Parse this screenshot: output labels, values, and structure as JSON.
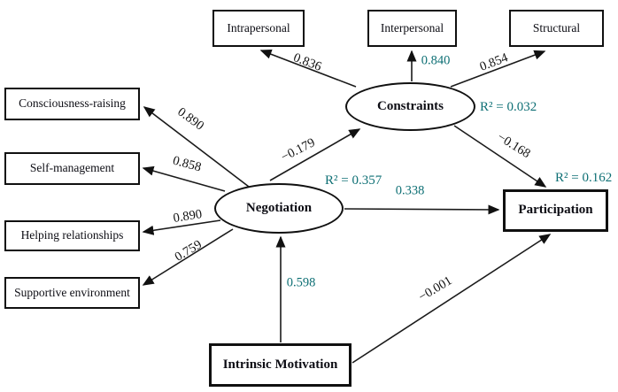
{
  "diagram_type": "structural-equation-model-path-diagram",
  "accent_color_teal": "#0d6f74",
  "line_color": "#1a1a1a",
  "nodes": {
    "intrapersonal": {
      "label": "Intrapersonal",
      "shape": "rect"
    },
    "interpersonal": {
      "label": "Interpersonal",
      "shape": "rect"
    },
    "structural": {
      "label": "Structural",
      "shape": "rect"
    },
    "consciousness_raising": {
      "label": "Consciousness-raising",
      "shape": "rect"
    },
    "self_management": {
      "label": "Self-management",
      "shape": "rect"
    },
    "helping_relationships": {
      "label": "Helping relationships",
      "shape": "rect"
    },
    "supportive_environment": {
      "label": "Supportive environment",
      "shape": "rect"
    },
    "constraints": {
      "label": "Constraints",
      "shape": "ellipse",
      "r2": "R² = 0.032"
    },
    "negotiation": {
      "label": "Negotiation",
      "shape": "ellipse",
      "r2": "R² = 0.357"
    },
    "participation": {
      "label": "Participation",
      "shape": "rect",
      "r2": "R² = 0.162"
    },
    "intrinsic_motivation": {
      "label": "Intrinsic Motivation",
      "shape": "rect"
    }
  },
  "paths": [
    {
      "from": "Constraints",
      "to": "Intrapersonal",
      "value": "0.836"
    },
    {
      "from": "Constraints",
      "to": "Interpersonal",
      "value": "0.840"
    },
    {
      "from": "Constraints",
      "to": "Structural",
      "value": "0.854"
    },
    {
      "from": "Negotiation",
      "to": "Consciousness-raising",
      "value": "0.890"
    },
    {
      "from": "Negotiation",
      "to": "Self-management",
      "value": "0.858"
    },
    {
      "from": "Negotiation",
      "to": "Helping relationships",
      "value": "0.890"
    },
    {
      "from": "Negotiation",
      "to": "Supportive environment",
      "value": "0.759"
    },
    {
      "from": "Negotiation",
      "to": "Constraints",
      "value": "−0.179"
    },
    {
      "from": "Constraints",
      "to": "Participation",
      "value": "−0.168"
    },
    {
      "from": "Negotiation",
      "to": "Participation",
      "value": "0.338"
    },
    {
      "from": "Intrinsic Motivation",
      "to": "Negotiation",
      "value": "0.598"
    },
    {
      "from": "Intrinsic Motivation",
      "to": "Participation",
      "value": "−0.001"
    }
  ]
}
